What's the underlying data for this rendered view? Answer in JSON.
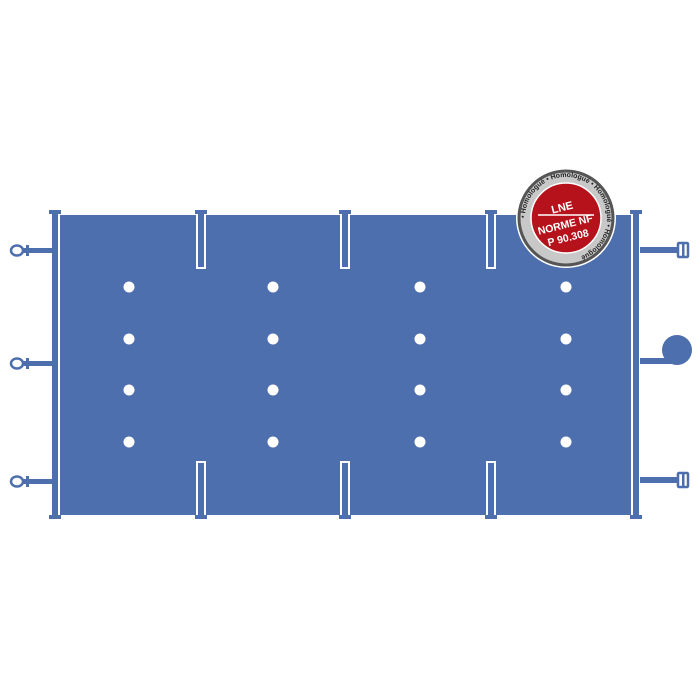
{
  "colors": {
    "cover_blue": "#4d6fad",
    "bar_blue": "#4d6fad",
    "badge_red": "#b5121b",
    "badge_silver": "#c8c8c8",
    "white": "#ffffff"
  },
  "badge": {
    "line1": "LNE",
    "line2": "NORME NF",
    "line3": "P 90.308",
    "ring_text": "• Homologué • Homologué • Homologué • Homologué"
  },
  "icons": {
    "strap": "strap-ratchet-icon",
    "roll": "rolled-strap-icon",
    "drain_hole": "drain-hole-icon"
  }
}
